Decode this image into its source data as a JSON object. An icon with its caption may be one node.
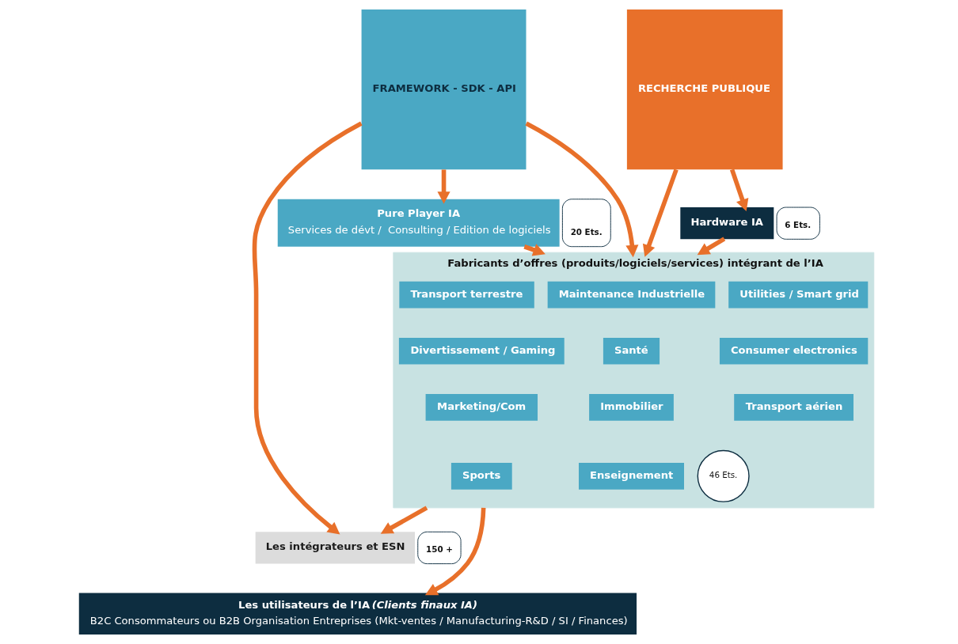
{
  "diagram": {
    "nodes": [
      {
        "text": [
          "FRAMEWORK - SDK - API"
        ]
      },
      {
        "text": [
          "RECHERCHE PUBLIQUE"
        ]
      },
      {
        "text": [
          "Pure Player IA",
          "Services de dévt /  Consulting / Edition de logiciels"
        ],
        "beside": [
          "20 Ets."
        ]
      },
      {
        "text": [
          "Hardware IA"
        ],
        "beside": [
          "6 Ets."
        ]
      },
      {
        "text": [
          "Fabricants d’offres (produits/logiciels/services) intégrant de l’IA"
        ],
        "beside": [
          "46 Ets."
        ]
      },
      {
        "text": [
          "Transport terrestre"
        ],
        "in": 4
      },
      {
        "text": [
          "Maintenance Industrielle"
        ],
        "in": 4
      },
      {
        "text": [
          "Utilities / Smart grid"
        ],
        "in": 4
      },
      {
        "text": [
          "Divertissement / Gaming"
        ],
        "in": 4
      },
      {
        "text": [
          "Santé"
        ],
        "in": 4
      },
      {
        "text": [
          "Consumer electronics"
        ],
        "in": 4
      },
      {
        "text": [
          "Marketing/Com"
        ],
        "in": 4
      },
      {
        "text": [
          "Immobilier"
        ],
        "in": 4
      },
      {
        "text": [
          "Transport aérien"
        ],
        "in": 4
      },
      {
        "text": [
          "Sports"
        ],
        "in": 4
      },
      {
        "text": [
          "Enseignement"
        ],
        "in": 4
      },
      {
        "text": [
          "Les intégrateurs et ESN"
        ],
        "beside": [
          "150 +"
        ]
      },
      {
        "text": [
          "Les utilisateurs de l’IA *(Clients finaux IA)*",
          "B2C Consommateurs ou B2B Organisation Entreprises (Mkt-ventes / Manufacturing-R&D / SI / Finances)"
        ]
      }
    ],
    "edges": [
      {
        "from": 0,
        "to": 2,
        "arrow": "to"
      },
      {
        "from": 0,
        "to": 4,
        "arrow": "to"
      },
      {
        "from": 2,
        "to": 4,
        "arrow": "to"
      },
      {
        "from": 1,
        "to": 3,
        "arrow": "to"
      },
      {
        "from": 1,
        "to": 4,
        "arrow": "to"
      },
      {
        "from": 3,
        "to": 4,
        "arrow": "to"
      },
      {
        "from": 0,
        "to": 16,
        "arrow": "to"
      },
      {
        "from": 4,
        "to": 16,
        "arrow": "to"
      },
      {
        "from": 4,
        "to": 17,
        "arrow": "to"
      }
    ]
  }
}
